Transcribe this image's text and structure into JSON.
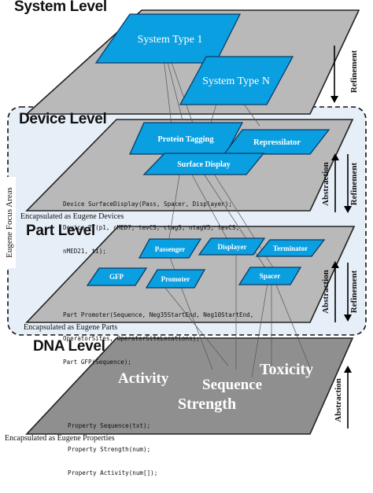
{
  "levels": {
    "system": {
      "title": "System Level",
      "items": [
        "System Type 1",
        "System Type N"
      ],
      "side_label": "Refinement"
    },
    "device": {
      "title": "Device Level",
      "items": [
        "Protein Tagging",
        "Repressilator",
        "Surface Display"
      ],
      "code": [
        "Device SurfaceDisplay(Pass, Spacer, Displayer);",
        "Device PT(p1, cMED7, tevCS, ctagS, ntagV5, tevCS,",
        "nMED21, t1);"
      ],
      "caption": "Encapsulated as Eugene Devices",
      "side_labels": [
        "Abstraction",
        "Refinement"
      ]
    },
    "part": {
      "title": "Part Level",
      "items": [
        "Passenger",
        "Displayer",
        "Terminator",
        "GFP",
        "Promoter",
        "Spacer"
      ],
      "code": [
        "Part Promoter(Sequence, Neg35StartEnd, Neg10StartEnd,",
        "OperatorSites, OperatorSiteLocations);",
        "Part GFP(Sequence);"
      ],
      "caption": "Encapsulated as Eugene Parts",
      "side_labels": [
        "Abstraction",
        "Refinement"
      ]
    },
    "dna": {
      "title": "DNA Level",
      "properties": [
        "Activity",
        "Sequence",
        "Toxicity",
        "Strength"
      ],
      "code": [
        "Property Sequence(txt);",
        "Property Strength(num);",
        "Property Activity(num[]);"
      ],
      "caption": "Encapsulated as Eugene Properties",
      "side_label": "Abstraction"
    }
  },
  "focus_label": "Eugene Focus Areas",
  "colors": {
    "plane_gray": "#b9b9b9",
    "dna_plane": "#8f8f8f",
    "box_blue": "#0a9fe0",
    "focus_bg": "#e6eef8"
  }
}
